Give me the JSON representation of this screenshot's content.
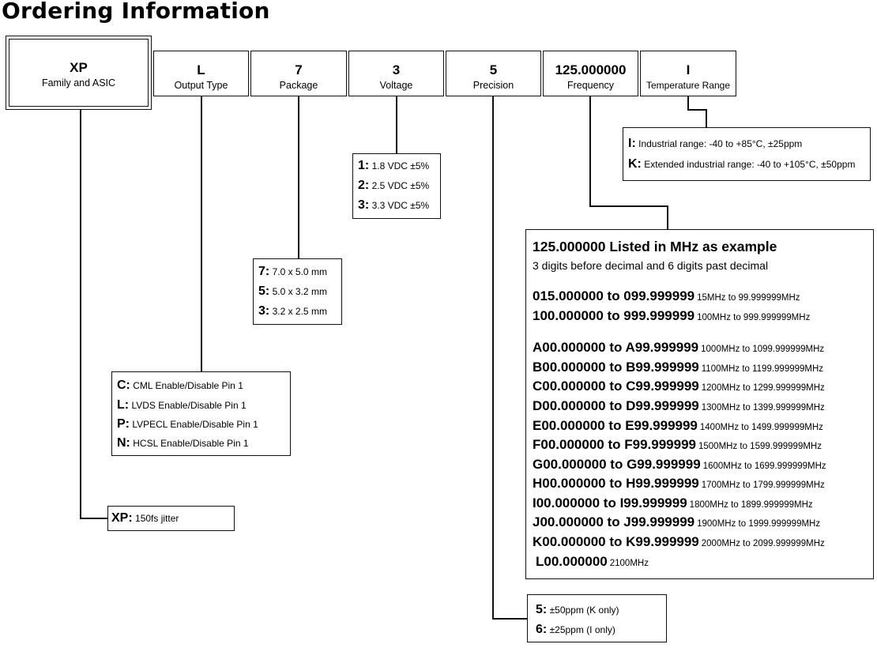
{
  "title": "Ordering Information",
  "part_fields": [
    {
      "code": "XP",
      "label": "Family and ASIC"
    },
    {
      "code": "L",
      "label": "Output Type"
    },
    {
      "code": "7",
      "label": "Package"
    },
    {
      "code": "3",
      "label": "Voltage"
    },
    {
      "code": "5",
      "label": "Precision"
    },
    {
      "code": "125.000000",
      "label": "Frequency"
    },
    {
      "code": "I",
      "label": "Temperature Range"
    }
  ],
  "temperature": [
    {
      "key": "I:",
      "desc": "Industrial range: -40 to +85°C, ±25ppm"
    },
    {
      "key": "K:",
      "desc": "Extended industrial range: -40 to +105°C, ±50ppm"
    }
  ],
  "voltage": [
    {
      "key": "1:",
      "desc": "1.8 VDC ±5%"
    },
    {
      "key": "2:",
      "desc": "2.5 VDC ±5%"
    },
    {
      "key": "3:",
      "desc": "3.3 VDC ±5%"
    }
  ],
  "package": [
    {
      "key": "7:",
      "desc": "7.0 x 5.0 mm"
    },
    {
      "key": "5:",
      "desc": "5.0 x 3.2 mm"
    },
    {
      "key": "3:",
      "desc": "3.2 x 2.5 mm"
    }
  ],
  "output": [
    {
      "key": "C:",
      "desc": "CML Enable/Disable Pin 1"
    },
    {
      "key": "L:",
      "desc": "LVDS Enable/Disable Pin 1"
    },
    {
      "key": "P:",
      "desc": "LVPECL Enable/Disable Pin 1"
    },
    {
      "key": "N:",
      "desc": "HCSL Enable/Disable Pin 1"
    }
  ],
  "family": [
    {
      "key": "XP:",
      "desc": "150fs jitter"
    }
  ],
  "frequency": {
    "heading": "125.000000 Listed in MHz as example",
    "subheading": "3 digits before decimal and 6 digits past decimal",
    "rows": [
      {
        "code": "015.000000 to 099.999999",
        "desc": "15MHz to 99.999999MHz"
      },
      {
        "code": "100.000000 to 999.999999",
        "desc": "100MHz to 999.999999MHz"
      },
      {
        "code": "A00.000000 to A99.999999",
        "desc": "1000MHz to 1099.999999MHz"
      },
      {
        "code": "B00.000000 to B99.999999",
        "desc": "1100MHz to 1199.999999MHz"
      },
      {
        "code": "C00.000000 to C99.999999",
        "desc": "1200MHz to 1299.999999MHz"
      },
      {
        "code": "D00.000000 to D99.999999",
        "desc": "1300MHz to 1399.999999MHz"
      },
      {
        "code": "E00.000000 to E99.999999",
        "desc": "1400MHz to 1499.999999MHz"
      },
      {
        "code": "F00.000000 to F99.999999",
        "desc": "1500MHz to 1599.999999MHz"
      },
      {
        "code": "G00.000000 to G99.999999",
        "desc": "1600MHz to 1699.999999MHz"
      },
      {
        "code": "H00.000000 to H99.999999",
        "desc": "1700MHz to 1799.999999MHz"
      },
      {
        "code": "I00.000000 to I99.999999",
        "desc": "1800MHz to 1899.999999MHz"
      },
      {
        "code": "J00.000000 to J99.999999",
        "desc": "1900MHz to 1999.999999MHz"
      },
      {
        "code": "K00.000000 to K99.999999",
        "desc": "2000MHz to 2099.999999MHz"
      },
      {
        "code": "L00.000000",
        "desc": "2100MHz"
      }
    ]
  },
  "precision": [
    {
      "key": "5:",
      "desc": "±50ppm (K only)"
    },
    {
      "key": "6:",
      "desc": "±25ppm (I only)"
    }
  ]
}
